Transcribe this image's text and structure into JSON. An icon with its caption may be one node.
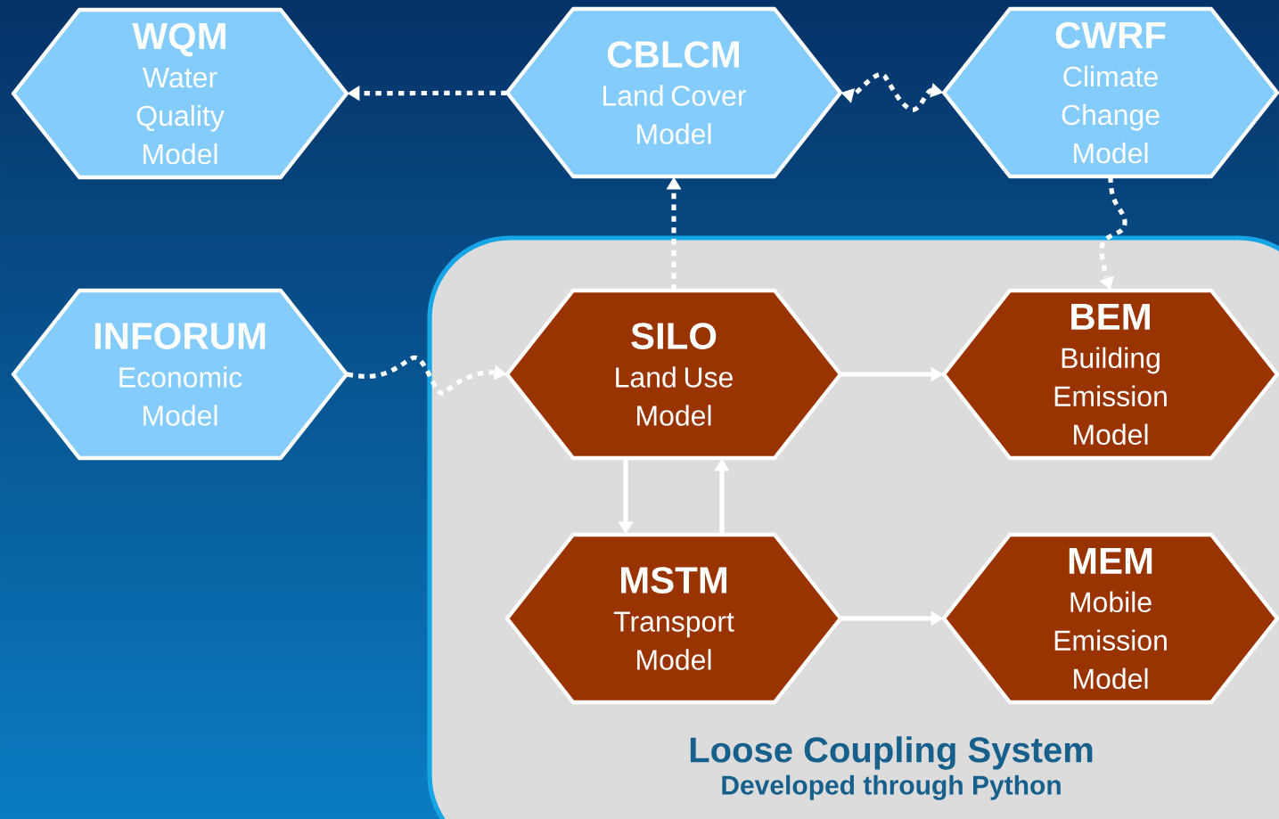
{
  "diagram": {
    "nodes": [
      {
        "text": [
          "WQM",
          "Water Quality Model"
        ]
      },
      {
        "text": [
          "CBLCM",
          "Land Cover Model"
        ]
      },
      {
        "text": [
          "CWRF",
          "Climate Change Model"
        ]
      },
      {
        "text": [
          "INFORUM",
          "Economic Model"
        ]
      },
      {
        "text": [
          "Loose Coupling System",
          "Developed through Python"
        ]
      },
      {
        "text": [
          "SILO",
          "Land Use Model"
        ],
        "in": 4
      },
      {
        "text": [
          "BEM",
          "Building Emission Model"
        ],
        "in": 4
      },
      {
        "text": [
          "MSTM",
          "Transport Model"
        ],
        "in": 4
      },
      {
        "text": [
          "MEM",
          "Mobile Emission Model"
        ],
        "in": 4
      }
    ],
    "edges": [
      {
        "from": 1,
        "to": 0,
        "arrow": "to",
        "style": "dashed"
      },
      {
        "from": 2,
        "to": 1,
        "arrow": "both",
        "style": "dashed"
      },
      {
        "from": 2,
        "to": 6,
        "arrow": "to",
        "style": "dashed"
      },
      {
        "from": 5,
        "to": 1,
        "arrow": "to",
        "style": "dashed"
      },
      {
        "from": 3,
        "to": 5,
        "arrow": "to",
        "style": "dashed"
      },
      {
        "from": 5,
        "to": 6,
        "arrow": "to"
      },
      {
        "from": 5,
        "to": 7,
        "arrow": "to"
      },
      {
        "from": 7,
        "to": 5,
        "arrow": "to"
      },
      {
        "from": 7,
        "to": 8,
        "arrow": "to"
      }
    ]
  }
}
